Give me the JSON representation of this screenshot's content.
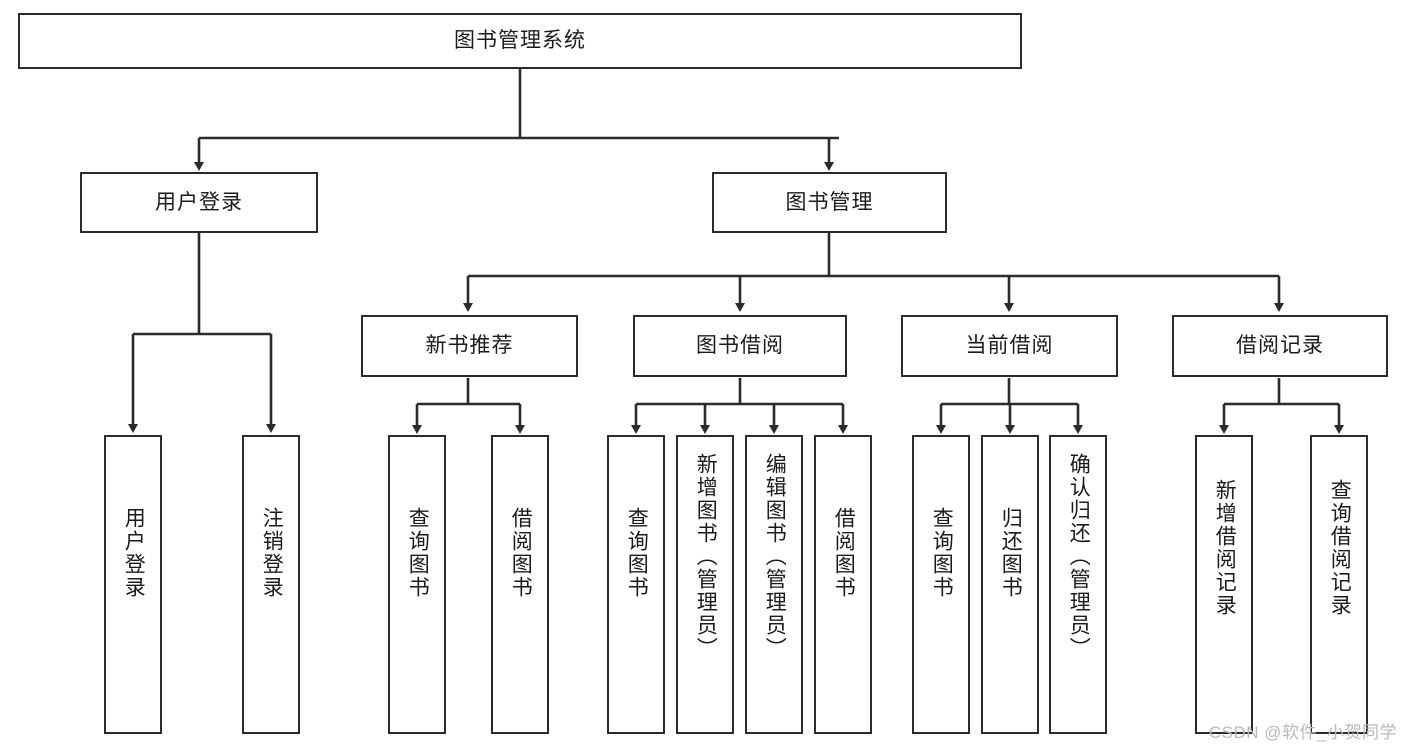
{
  "diagram": {
    "title": "图书管理系统",
    "root": {
      "label": "图书管理系统"
    },
    "level2": [
      {
        "label": "用户登录"
      },
      {
        "label": "图书管理"
      }
    ],
    "level3": [
      {
        "label": "新书推荐"
      },
      {
        "label": "图书借阅"
      },
      {
        "label": "当前借阅"
      },
      {
        "label": "借阅记录"
      }
    ],
    "leaves": [
      {
        "label": "用户登录",
        "parent": "用户登录"
      },
      {
        "label": "注销登录",
        "parent": "用户登录"
      },
      {
        "label": "查询图书",
        "parent": "新书推荐"
      },
      {
        "label": "借阅图书",
        "parent": "新书推荐"
      },
      {
        "label": "查询图书",
        "parent": "图书借阅"
      },
      {
        "label": "新增图书（管理员）",
        "parent": "图书借阅"
      },
      {
        "label": "编辑图书（管理员）",
        "parent": "图书借阅"
      },
      {
        "label": "借阅图书",
        "parent": "图书借阅"
      },
      {
        "label": "查询图书",
        "parent": "当前借阅"
      },
      {
        "label": "归还图书",
        "parent": "当前借阅"
      },
      {
        "label": "确认归还（管理员）",
        "parent": "当前借阅"
      },
      {
        "label": "新增借阅记录",
        "parent": "借阅记录"
      },
      {
        "label": "查询借阅记录",
        "parent": "借阅记录"
      }
    ]
  },
  "watermark": {
    "text": "CSDN @软件_小贺同学"
  },
  "colors": {
    "stroke": "#2b2b2b",
    "fill": "#ffffff",
    "text": "#1b1b1b",
    "watermark": "#b9b9b9"
  }
}
